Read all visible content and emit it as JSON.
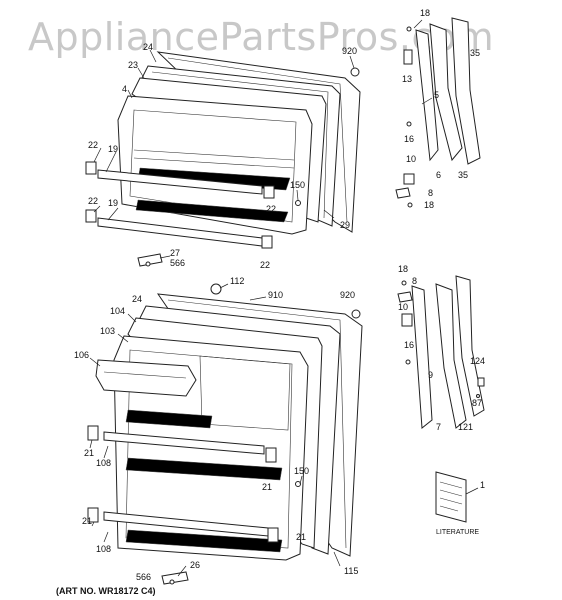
{
  "watermark": "AppliancePartsPros.com",
  "art_number": "(ART NO. WR18172 C4)",
  "literature_label": "LITERATURE",
  "callouts": {
    "c18a": "18",
    "c920a": "920",
    "c24a": "24",
    "c23": "23",
    "c4": "4",
    "c13": "13",
    "c5": "5",
    "c35a": "35",
    "c16a": "16",
    "c6": "6",
    "c35b": "35",
    "c10a": "10",
    "c8a": "8",
    "c18b": "18",
    "c22a": "22",
    "c19a": "19",
    "c150a": "150",
    "c22b": "22",
    "c29": "29",
    "c22c": "22",
    "c19b": "19",
    "c22d": "22",
    "c27": "27",
    "c566a": "566",
    "c112": "112",
    "c910": "910",
    "c920b": "920",
    "c24b": "24",
    "c104": "104",
    "c103": "103",
    "c106": "106",
    "c18c": "18",
    "c8b": "8",
    "c10b": "10",
    "c16b": "16",
    "c9": "9",
    "c124": "124",
    "c87": "87",
    "c7": "7",
    "c121": "121",
    "c21a": "21",
    "c108a": "108",
    "c21b": "21",
    "c150b": "150",
    "c1": "1",
    "c21c": "21",
    "c108b": "108",
    "c21d": "21",
    "c115": "115",
    "c566b": "566",
    "c26": "26"
  }
}
